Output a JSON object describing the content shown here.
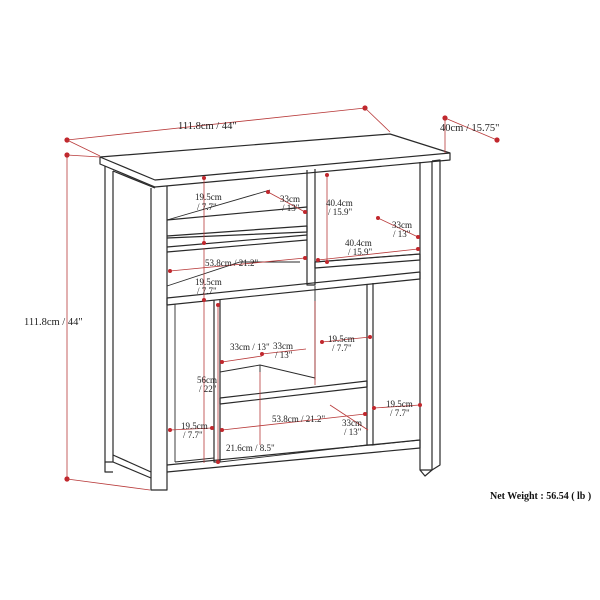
{
  "dimensions": {
    "width": "111.8cm / 44\"",
    "depth": "40cm / 15.75\"",
    "height": "111.8cm / 44\"",
    "upper_left_height": "19.5cm\n/ 7.7\"",
    "upper_left_depth": "33cm\n/ 13\"",
    "upper_right_height": "40.4cm\n/ 15.9\"",
    "upper_right_depth": "33cm\n/ 13\"",
    "middle_width": "53.8cm / 21.2\"",
    "middle_right_width": "40.4cm\n/ 15.9\"",
    "mid_left_height": "19.5cm\n/ 7.7\"",
    "center_left_depth": "33cm / 13\"",
    "center_depth": "33cm\n/ 13\"",
    "center_right_height": "19.5cm\n/ 7.7\"",
    "lower_height": "56cm\n/ 22\"",
    "lower_left_height": "19.5cm\n/ 7.7\"",
    "lower_width": "53.8cm / 21.2\"",
    "lower_depth": "33cm\n/ 13\"",
    "lower_right_height": "19.5cm\n/ 7.7\"",
    "bottom_width": "21.6cm / 8.5\""
  },
  "net_weight": "Net Weight : 56.54 ( lb )",
  "colors": {
    "dimension_line": "#c1272d",
    "outline": "#2a2a2a"
  }
}
